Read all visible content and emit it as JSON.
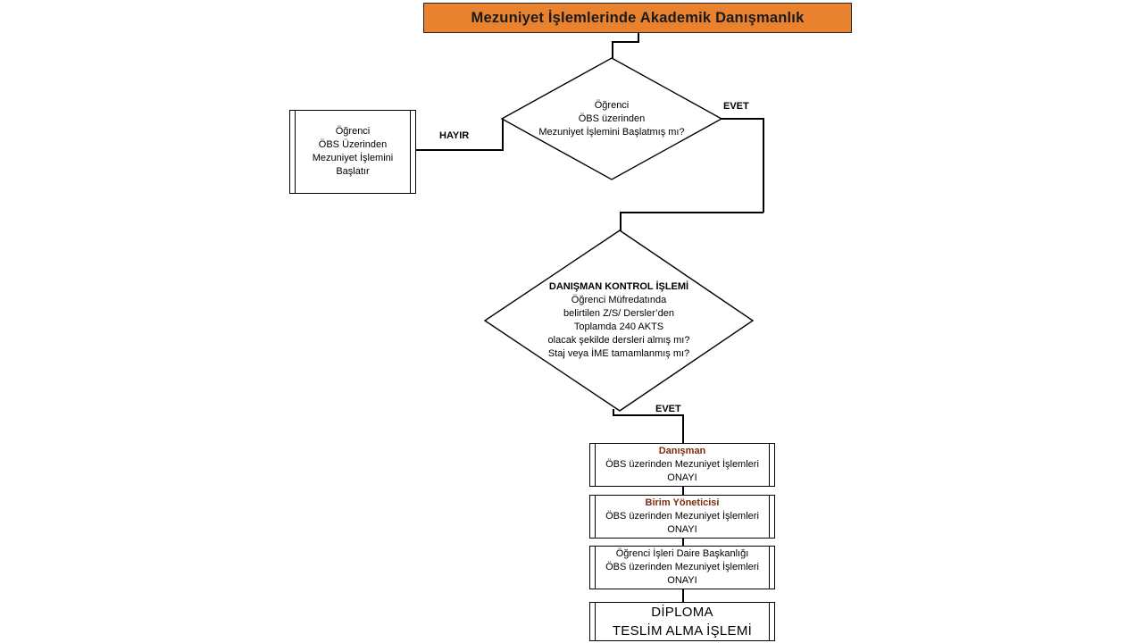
{
  "diagram": {
    "title": "Mezuniyet İşlemlerinde Akademik Danışmanlık",
    "accent_color": "#E8822E",
    "text_accent_color": "#7A2E10",
    "line_color": "#000000",
    "background_color": "#FFFFFF"
  },
  "nodes": {
    "student_start_box": {
      "shape": "predefined-process",
      "lines": [
        "Öğrenci",
        "ÖBS Üzerinden",
        "Mezuniyet İşlemini",
        "Başlatır"
      ]
    },
    "decision_student_started": {
      "shape": "decision",
      "lines": [
        "Öğrenci",
        "ÖBS üzerinden",
        "Mezuniyet İşlemini Başlatmış mı?"
      ]
    },
    "decision_advisor_check": {
      "shape": "decision",
      "lines": [
        "DANIŞMAN KONTROL İŞLEMİ",
        "Öğrenci Müfredatında",
        "belirtilen Z/S/ Dersler’den",
        "Toplamda 240 AKTS",
        "olacak şekilde dersleri almış mı?",
        "Staj veya İME tamamlanmış mı?"
      ]
    },
    "advisor_approval_box": {
      "shape": "predefined-process",
      "lines": [
        "Danışman",
        "ÖBS üzerinden Mezuniyet İşlemleri",
        "ONAYI"
      ]
    },
    "unit_manager_approval_box": {
      "shape": "predefined-process",
      "lines": [
        "Birim Yöneticisi",
        "ÖBS üzerinden Mezuniyet İşlemleri",
        "ONAYI"
      ]
    },
    "student_affairs_approval_box": {
      "shape": "predefined-process",
      "lines": [
        "Öğrenci İşleri Daire Başkanlığı",
        "ÖBS üzerinden Mezuniyet İşlemleri",
        "ONAYI"
      ]
    },
    "diploma_box": {
      "shape": "predefined-process",
      "lines": [
        "DİPLOMA",
        "TESLİM ALMA İŞLEMİ"
      ]
    }
  },
  "edges": {
    "no_label": "HAYIR",
    "yes_label_1": "EVET",
    "yes_label_2": "EVET"
  }
}
